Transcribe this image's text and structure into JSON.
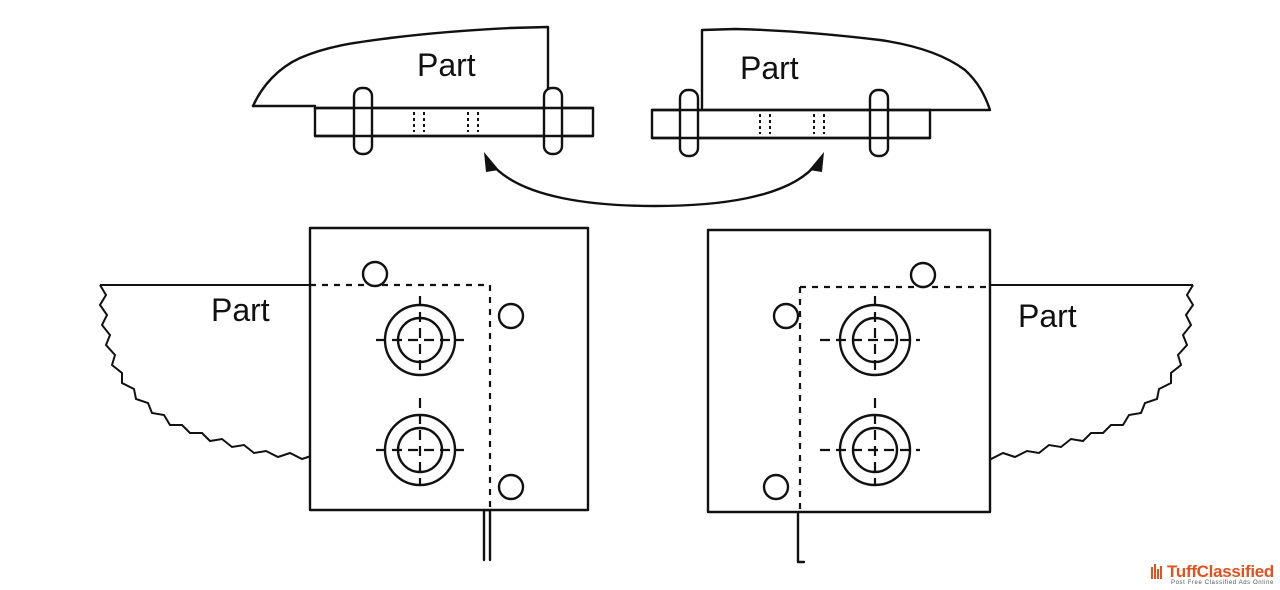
{
  "labels": {
    "top_left_part": "Part",
    "top_right_part": "Part",
    "bottom_left_part": "Part",
    "bottom_right_part": "Part"
  },
  "watermark": {
    "name": "TuffClassified",
    "tagline": "Post Free Classified Ads Online",
    "color": "#e0521f"
  }
}
